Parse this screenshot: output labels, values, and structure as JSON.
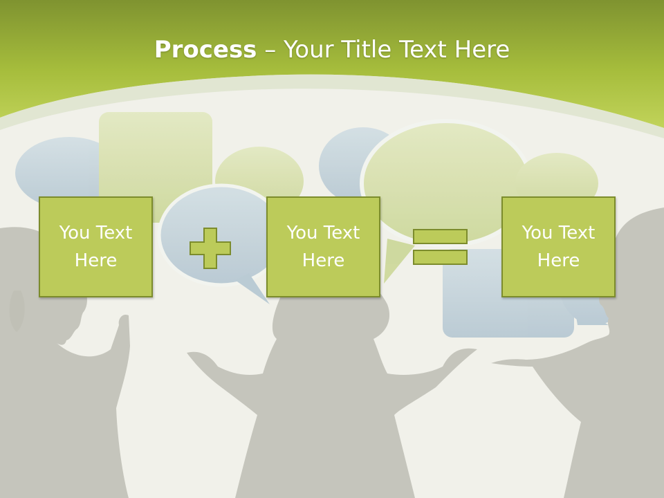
{
  "slide": {
    "title_bold": "Process",
    "title_rest": " – Your Title Text Here",
    "boxes": [
      {
        "label": "You Text\nHere"
      },
      {
        "label": "You Text\nHere"
      },
      {
        "label": "You Text\nHere"
      }
    ],
    "operators": [
      "plus-icon",
      "equals-icon"
    ],
    "colors": {
      "header_green": "#a9bf3a",
      "box_fill": "#bccb5a",
      "box_border": "#7c8c2c",
      "silhouette": "#c5c5bc",
      "background": "#f1f1ea"
    }
  }
}
